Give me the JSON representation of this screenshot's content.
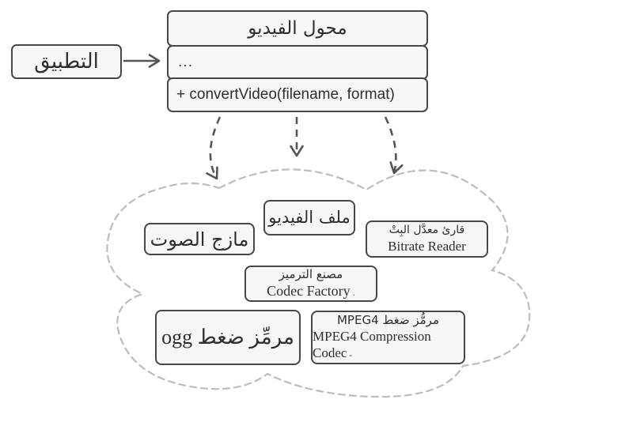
{
  "colors": {
    "box_border": "#474747",
    "box_background": "#f6f6f6",
    "arrow": "#555555",
    "cloud_outline": "#bcbcbc",
    "text": "#2e2e2e"
  },
  "app_box": {
    "label": "التطبيق"
  },
  "facade_class": {
    "title": "محول الفيديو",
    "attributes_placeholder": "...",
    "method": "+ convertVideo(filename, format)"
  },
  "subsystem_cloud": {
    "video_file": {
      "label_ar": "ملف الفيديو"
    },
    "audio_mixer": {
      "label_ar": "مازج الصوت"
    },
    "bitrate_reader": {
      "label_ar": "قارئ معدَّل البِتْ",
      "label_en": "Bitrate Reader"
    },
    "codec_factory": {
      "label_ar": "مصنع الترميز",
      "label_en": "Codec Factory",
      "trailing_mark": "."
    },
    "ogg_codec": {
      "label": "مرمِّز ضغط ogg"
    },
    "mpeg4_codec": {
      "label_ar": "مرمُّز ضغط MPEG4",
      "label_en": "MPEG4 Compression Codec",
      "trailing_mark": "-"
    }
  }
}
